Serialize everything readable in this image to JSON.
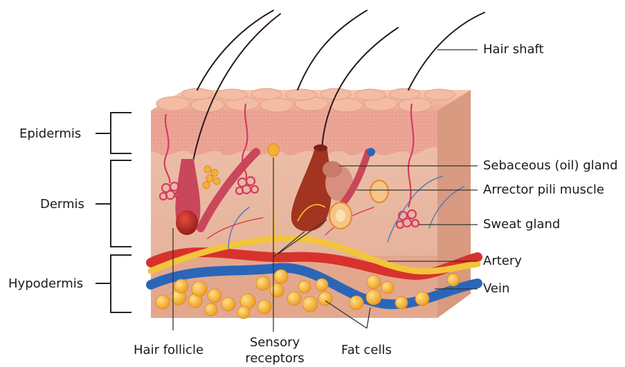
{
  "labels": {
    "left": {
      "epidermis": "Epidermis",
      "dermis": "Dermis",
      "hypodermis": "Hypodermis"
    },
    "right": {
      "hair_shaft": "Hair shaft",
      "sebaceous_gland": "Sebaceous (oil) gland",
      "arrector_pili": "Arrector pili muscle",
      "sweat_gland": "Sweat gland",
      "artery": "Artery",
      "vein": "Vein"
    },
    "bottom": {
      "hair_follicle": "Hair follicle",
      "sensory_receptors_line1": "Sensory",
      "sensory_receptors_line2": "receptors",
      "fat_cells": "Fat cells"
    }
  },
  "colors": {
    "epidermis_top": "#f1b49b",
    "dermis": "#eab9a2",
    "hypodermis": "#e3a78d",
    "side_face": "#d89a80",
    "artery": "#d8322c",
    "vein": "#2a66b8",
    "nerve": "#f3c53a",
    "fat": "#f5b136",
    "muscle": "#c9475a",
    "leader_line": "#333333"
  }
}
